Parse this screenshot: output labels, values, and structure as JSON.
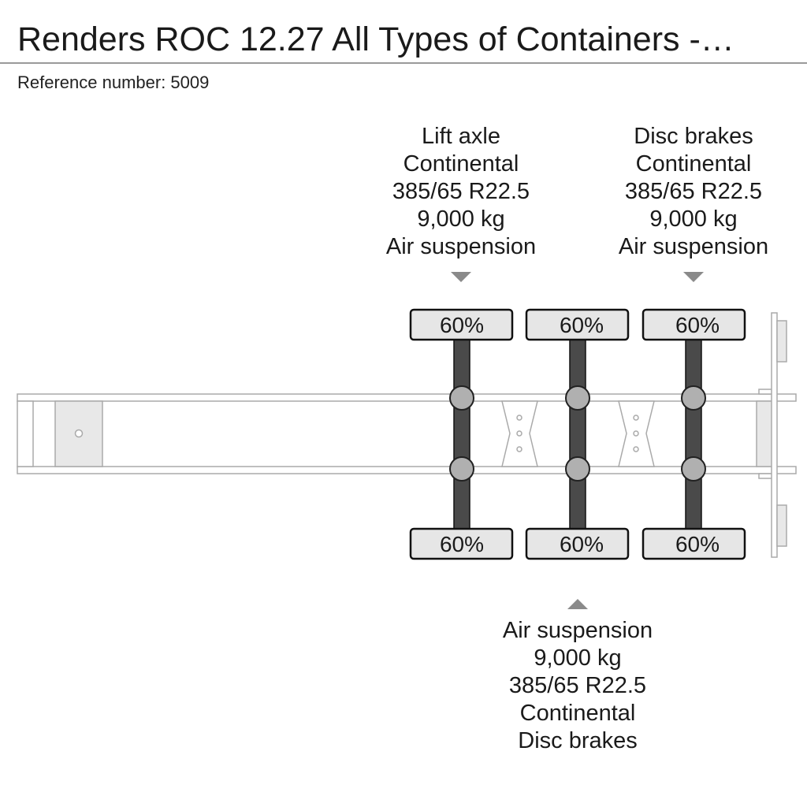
{
  "header": {
    "title": "Renders ROC 12.27 All Types of Containers -…",
    "reference": "Reference number: 5009"
  },
  "axles": [
    {
      "spec_lines": [
        "Lift axle",
        "Continental",
        "385/65 R22.5",
        "9,000 kg",
        "Air suspension"
      ],
      "tire_top": "60%",
      "tire_bottom": "60%"
    },
    {
      "spec_lines": [
        "Air suspension",
        "9,000 kg",
        "385/65 R22.5",
        "Continental",
        "Disc brakes"
      ],
      "tire_top": "60%",
      "tire_bottom": "60%"
    },
    {
      "spec_lines": [
        "Disc brakes",
        "Continental",
        "385/65 R22.5",
        "9,000 kg",
        "Air suspension"
      ],
      "tire_top": "60%",
      "tire_bottom": "60%"
    }
  ],
  "colors": {
    "tire_fill": "#e6e6e6",
    "axle": "#4a4a4a",
    "hub": "#b0b0b0",
    "frame_line": "#aaaaaa",
    "arrow": "#8a8a8a"
  }
}
